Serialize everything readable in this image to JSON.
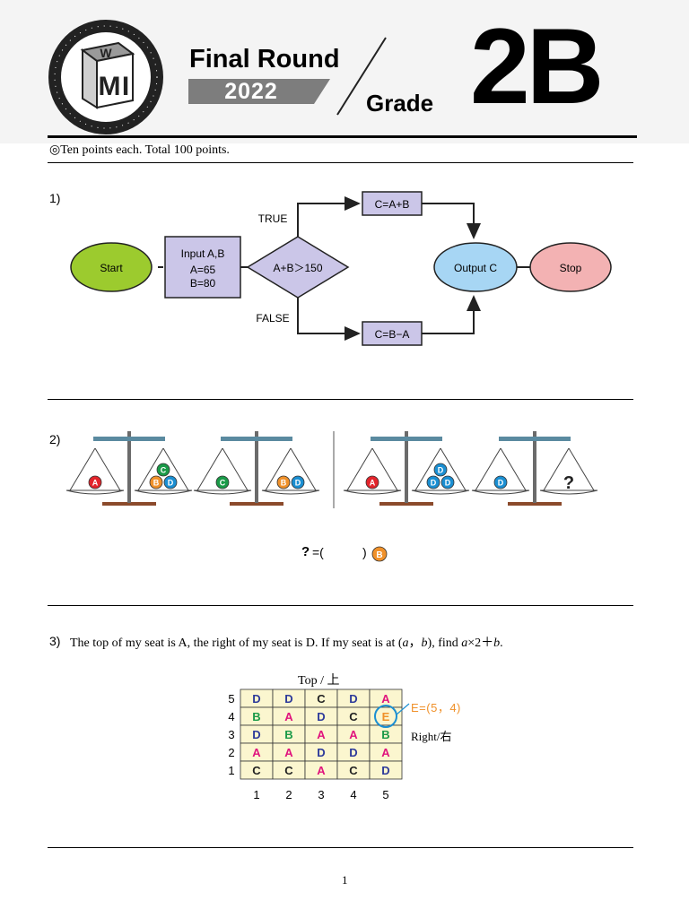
{
  "header": {
    "logo_letters": [
      "W",
      "M",
      "I"
    ],
    "logo_ring_text": "World Mathematics Invitational",
    "round_title": "Final Round",
    "year": "2022",
    "grade_label": "Grade",
    "grade_value": "2B"
  },
  "instructions": "◎Ten points each. Total 100 points.",
  "q1": {
    "number": "1)",
    "start": "Start",
    "input_line1": "Input A,B",
    "input_line2": "A=65",
    "input_line3": "B=80",
    "condition": "A+B＞150",
    "true_label": "TRUE",
    "false_label": "FALSE",
    "true_box": "C=A+B",
    "false_box": "C=B−A",
    "output": "Output C",
    "stop": "Stop"
  },
  "q2": {
    "number": "2)",
    "scales": [
      {
        "left": [
          "A"
        ],
        "right": [
          "C",
          "B",
          "D"
        ]
      },
      {
        "left": [
          "C"
        ],
        "right": [
          "B",
          "D"
        ]
      },
      {
        "left": [
          "A"
        ],
        "right": [
          "D",
          "D",
          "D"
        ]
      },
      {
        "left": [
          "D"
        ],
        "right": [
          "?"
        ]
      }
    ],
    "ball_colors": {
      "A": "#e3242b",
      "B": "#f0912a",
      "C": "#1a9a48",
      "D": "#1b8fd2"
    },
    "answer_q": "?",
    "answer_eq": "=(",
    "answer_close": ")",
    "answer_ball": "B"
  },
  "q3": {
    "number": "3)",
    "text_part1": "The top of my seat is A, the right of my seat is D. If my seat is at (",
    "var_a": "a",
    "comma": "，",
    "var_b": "b",
    "text_part2": "), find ",
    "expr_a": "a",
    "expr_rest": "×2＋",
    "expr_b": "b",
    "period": ".",
    "top_label": "Top / 上",
    "right_label": "Right/右",
    "e_note": "E=(5，4)",
    "row_labels": [
      "5",
      "4",
      "3",
      "2",
      "1"
    ],
    "col_labels": [
      "1",
      "2",
      "3",
      "4",
      "5"
    ],
    "grid": [
      [
        "D",
        "D",
        "C",
        "D",
        "A"
      ],
      [
        "B",
        "A",
        "D",
        "C",
        "E"
      ],
      [
        "D",
        "B",
        "A",
        "A",
        "B"
      ],
      [
        "A",
        "A",
        "D",
        "D",
        "A"
      ],
      [
        "C",
        "C",
        "A",
        "C",
        "D"
      ]
    ],
    "letter_colors": {
      "A": "#e0137d",
      "B": "#1a9a48",
      "C": "#222222",
      "D": "#2d3a9a",
      "E": "#f0912a"
    }
  },
  "footer": {
    "page_number": "1"
  }
}
